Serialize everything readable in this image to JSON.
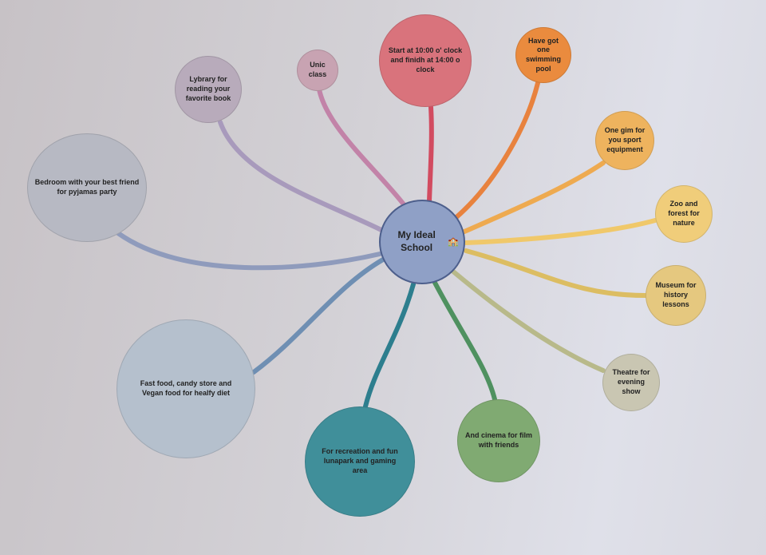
{
  "title": "My Ideal School",
  "center_icon": "school-building-icon",
  "nodes": {
    "start": "Start at 10:00 o' clock and finidh at 14:00 o clock",
    "pool": "Have got one swimming pool",
    "gym": "One gim for you sport equipment",
    "zoo": "Zoo and forest for nature",
    "museum": "Museum for history lessons",
    "theatre": "Theatre for evening show",
    "cinema": "And cinema for film with friends",
    "recreation": "For recreation and fun lunapark  and gaming area",
    "food": "Fast food,  candy store  and Vegan food for healfy diet",
    "bedroom": "Bedroom with your best friend for pyjamas party",
    "library": "Lybrary for reading your favorite book",
    "unic": "Unic class"
  },
  "colors": {
    "center": "#8fa0c6",
    "start": "#d9737c",
    "pool": "#ea8b3e",
    "gym": "#eeb35e",
    "zoo": "#f0cd7a",
    "museum": "#e5c87f",
    "theatre": "#c9c6b2",
    "cinema": "#80aa72",
    "recreation": "#408f9a",
    "food": "#b5c0cd",
    "bedroom": "#b7b9c3",
    "library": "#b8abbb",
    "unic": "#c8a3b2"
  }
}
